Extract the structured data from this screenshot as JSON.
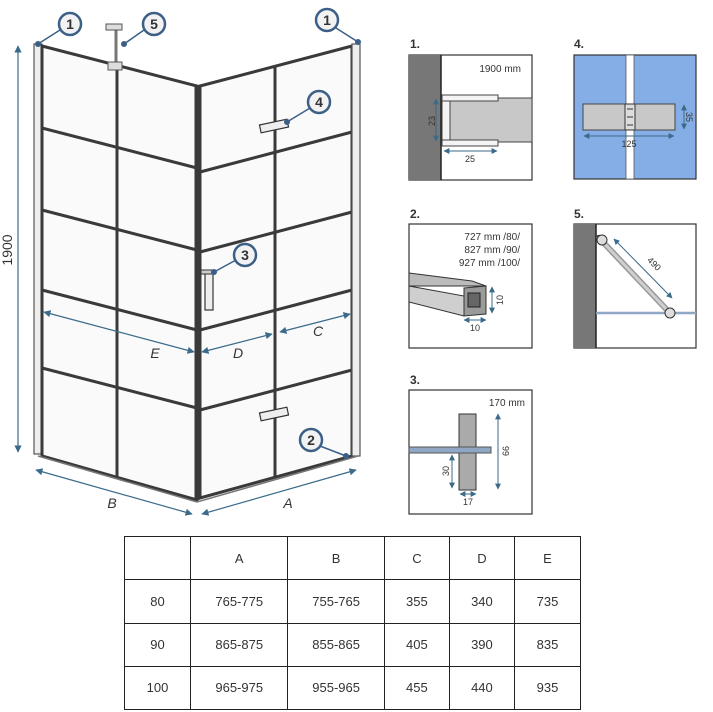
{
  "main": {
    "height": "1900",
    "width_a": "A",
    "width_b": "B",
    "dim_c": "C",
    "dim_d": "D",
    "dim_e": "E",
    "callouts": [
      "1",
      "1",
      "5",
      "4",
      "3",
      "2"
    ]
  },
  "details": {
    "d1": {
      "title": "1.",
      "length": "1900 mm",
      "dim_h": "23",
      "dim_w": "25"
    },
    "d2": {
      "title": "2.",
      "lines": [
        "727 mm /80/",
        "827 mm /90/",
        "927 mm /100/"
      ],
      "dim_h": "10",
      "dim_w": "10"
    },
    "d3": {
      "title": "3.",
      "length": "170 mm",
      "dim_30": "30",
      "dim_66": "66",
      "dim_17": "17"
    },
    "d4": {
      "title": "4.",
      "dim_w": "125",
      "dim_h": "35"
    },
    "d5": {
      "title": "5.",
      "length": "490"
    }
  },
  "table": {
    "headers": [
      "",
      "A",
      "B",
      "C",
      "D",
      "E"
    ],
    "rows": [
      [
        "80",
        "765-775",
        "755-765",
        "355",
        "340",
        "735"
      ],
      [
        "90",
        "865-875",
        "855-865",
        "405",
        "390",
        "835"
      ],
      [
        "100",
        "965-975",
        "955-965",
        "455",
        "440",
        "935"
      ]
    ]
  },
  "colors": {
    "frame": "#3a3a3a",
    "callout_border": "#3b5f86",
    "glass_blue": "#86aee6",
    "rod_blue": "#8fa6c4"
  }
}
